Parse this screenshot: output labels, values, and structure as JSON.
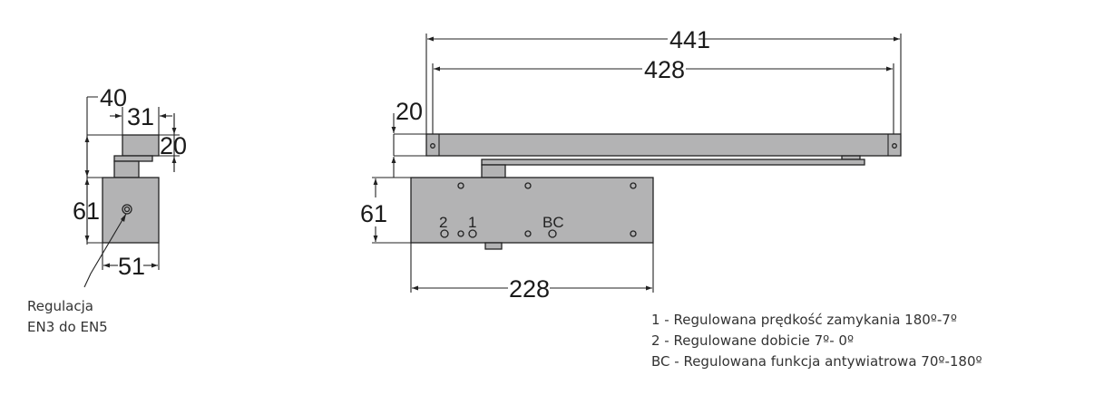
{
  "side_view": {
    "dimensions": {
      "width_total": "40",
      "arm_width": "31",
      "arm_height": "20",
      "body_height": "61",
      "body_width": "51"
    },
    "callout": {
      "line1": "Regulacja",
      "line2": "EN3 do EN5"
    }
  },
  "front_view": {
    "dimensions": {
      "overall_length": "441",
      "rail_length": "428",
      "rail_height": "20",
      "body_height": "61",
      "body_length": "228"
    },
    "valve_labels": {
      "v2": "2",
      "v1": "1",
      "bc": "BC"
    }
  },
  "legend": [
    "1 - Regulowana prędkość zamykania 180º-7º",
    "2 - Regulowane dobicie 7º- 0º",
    "BC - Regulowana funkcja antywiatrowa 70º-180º"
  ],
  "colors": {
    "part_fill": "#b3b3b4",
    "line": "#222222"
  }
}
